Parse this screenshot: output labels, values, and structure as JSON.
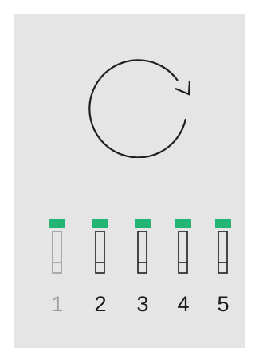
{
  "refresh": {
    "icon": "refresh-icon"
  },
  "slots": [
    {
      "number": "1",
      "active": false
    },
    {
      "number": "2",
      "active": true
    },
    {
      "number": "3",
      "active": true
    },
    {
      "number": "4",
      "active": true
    },
    {
      "number": "5",
      "active": true
    }
  ],
  "colors": {
    "background": "#ffffff",
    "panel": "#e5e5e6",
    "indicator": "#22b573",
    "active_outline": "#1f1f1f",
    "inactive_outline": "#9a9a9a"
  }
}
